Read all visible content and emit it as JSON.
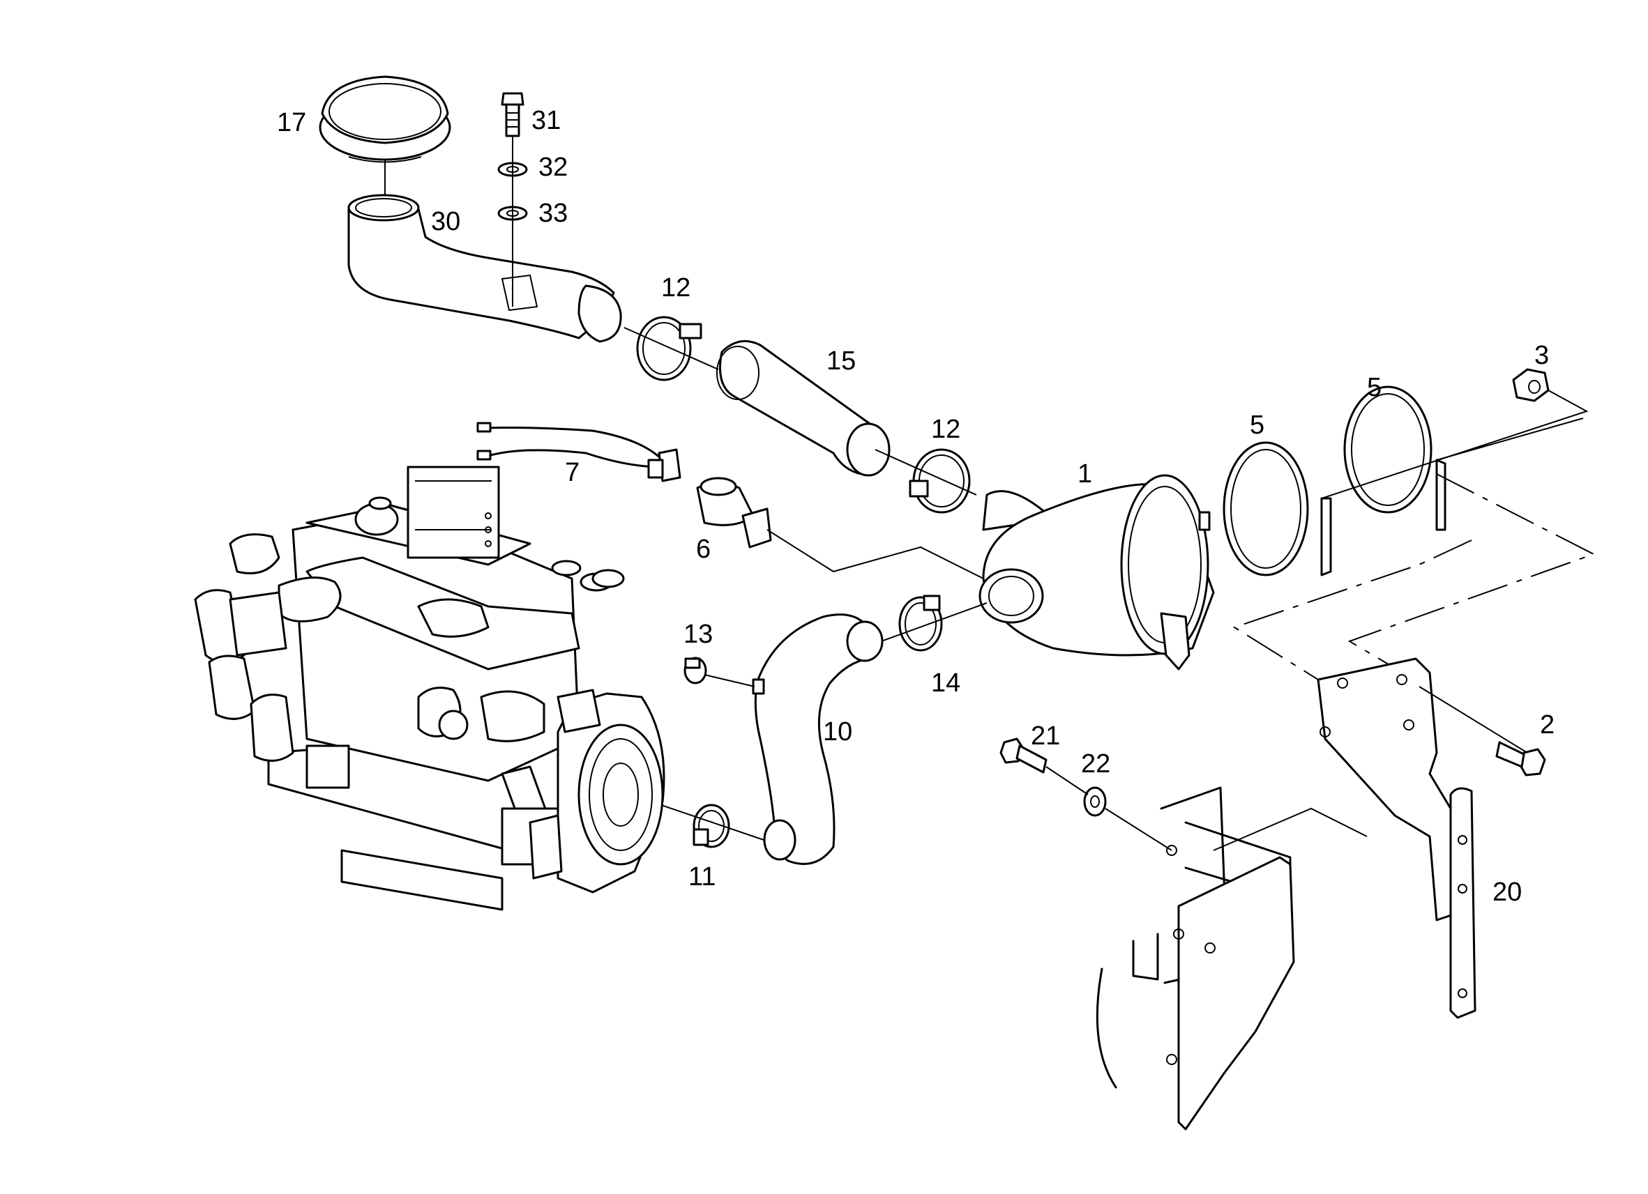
{
  "callouts": {
    "p1": "1",
    "p2": "2",
    "p3": "3",
    "p5a": "5",
    "p5b": "5",
    "p6": "6",
    "p7": "7",
    "p10": "10",
    "p11": "11",
    "p12a": "12",
    "p12b": "12",
    "p13": "13",
    "p14": "14",
    "p15": "15",
    "p17": "17",
    "p20": "20",
    "p21": "21",
    "p22": "22",
    "p30": "30",
    "p31": "31",
    "p32": "32",
    "p33": "33"
  }
}
